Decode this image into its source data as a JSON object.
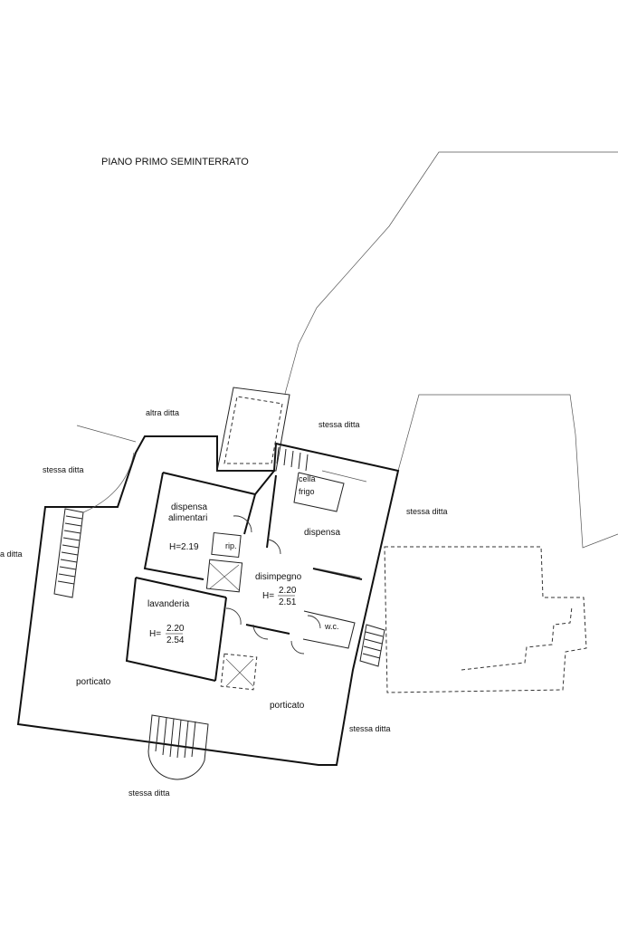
{
  "plan": {
    "title": "PIANO PRIMO SEMINTERRATO",
    "neighbors": {
      "altra_ditta": "altra ditta",
      "stessa_top": "stessa ditta",
      "stessa_left": "stessa ditta",
      "stessa_far_left": "a ditta",
      "stessa_right": "stessa ditta",
      "stessa_bottom_right": "stessa ditta",
      "stessa_bottom": "stessa ditta"
    },
    "rooms": {
      "dispensa_alimentari_1": "dispensa",
      "dispensa_alimentari_2": "alimentari",
      "dispensa_alimentari_h": "H=2.19",
      "rip": "rip.",
      "cella_1": "cella",
      "cella_2": "frigo",
      "dispensa": "dispensa",
      "disimpegno": "disimpegno",
      "disimpegno_h": "H=",
      "disimpegno_h_top": "2.20",
      "disimpegno_h_bottom": "2.51",
      "wc": "w.c.",
      "lavanderia": "lavanderia",
      "lavanderia_h": "H=",
      "lavanderia_h_top": "2.20",
      "lavanderia_h_bottom": "2.54",
      "porticato_left": "porticato",
      "porticato_right": "porticato"
    }
  }
}
